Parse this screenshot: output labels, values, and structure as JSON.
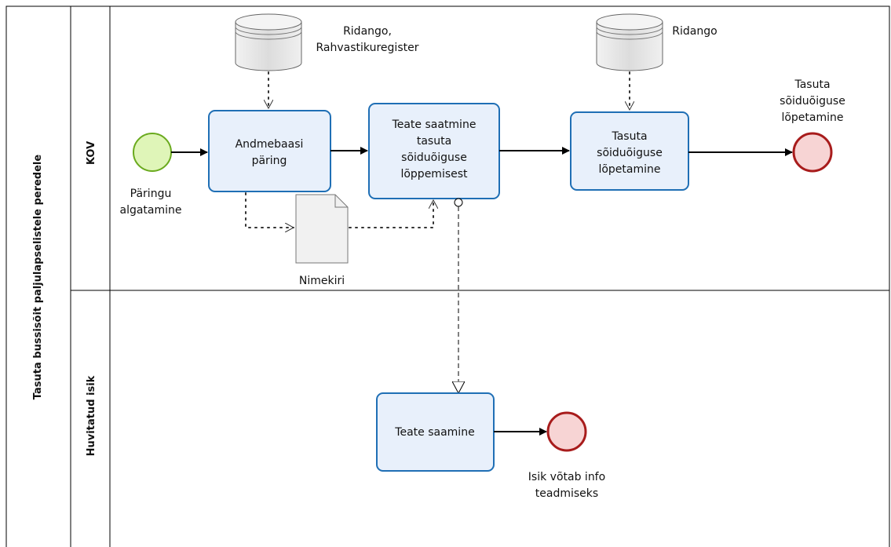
{
  "pool": {
    "title": "Tasuta bussisõit paljulapselistele peredele"
  },
  "lanes": [
    {
      "label": "KOV"
    },
    {
      "label": "Huvitatud isik"
    }
  ],
  "events": {
    "start": [
      "Päringu",
      "algatamine"
    ],
    "end_kov": [
      "Tasuta",
      "sõiduõiguse",
      "lõpetamine"
    ],
    "end_person": [
      "Isik võtab info",
      "teadmiseks"
    ]
  },
  "tasks": {
    "db_query": [
      "Andmebaasi",
      "päring"
    ],
    "send_notice": [
      "Teate saatmine",
      "tasuta",
      "sõiduõiguse",
      "lõppemisest"
    ],
    "terminate": [
      "Tasuta",
      "sõiduõiguse",
      "lõpetamine"
    ],
    "receive_notice": [
      "Teate saamine"
    ]
  },
  "data_stores": {
    "store1": [
      "Ridango,",
      "Rahvastikuregister"
    ],
    "store2": [
      "Ridango"
    ]
  },
  "data_object": {
    "label": "Nimekiri"
  },
  "colors": {
    "task_fill": "#e8f0fb",
    "task_stroke": "#1f6fb5",
    "start_fill": "#dff5b8",
    "start_stroke": "#6aaa1e",
    "end_fill": "#f7d4d4",
    "end_stroke": "#a81c1c",
    "store_fill": "#e6e6e6",
    "line": "#000000"
  }
}
